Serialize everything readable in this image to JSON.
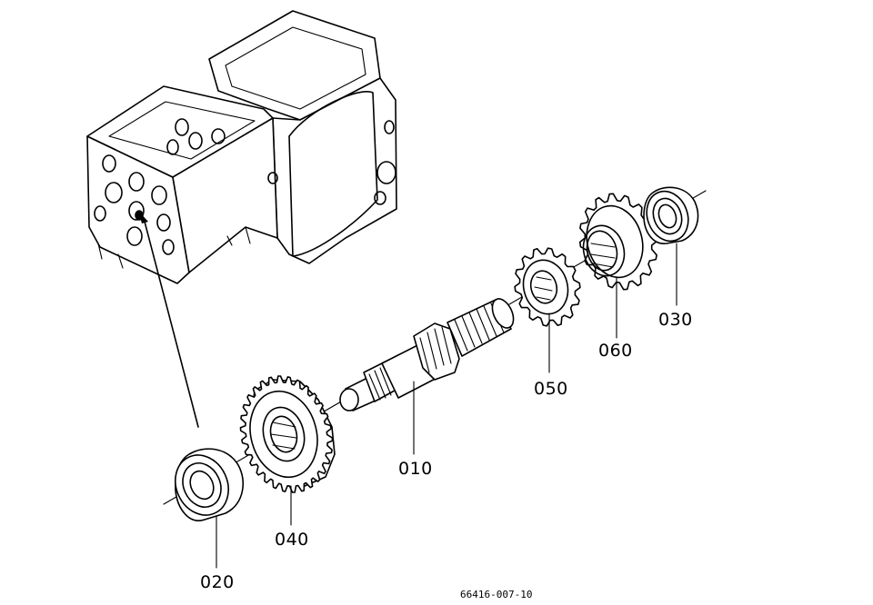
{
  "parts": [
    {
      "id": "p010",
      "label": "010"
    },
    {
      "id": "p020",
      "label": "020"
    },
    {
      "id": "p030",
      "label": "030"
    },
    {
      "id": "p040",
      "label": "040"
    },
    {
      "id": "p050",
      "label": "050"
    },
    {
      "id": "p060",
      "label": "060"
    }
  ],
  "figure_number": "66416-007-10"
}
